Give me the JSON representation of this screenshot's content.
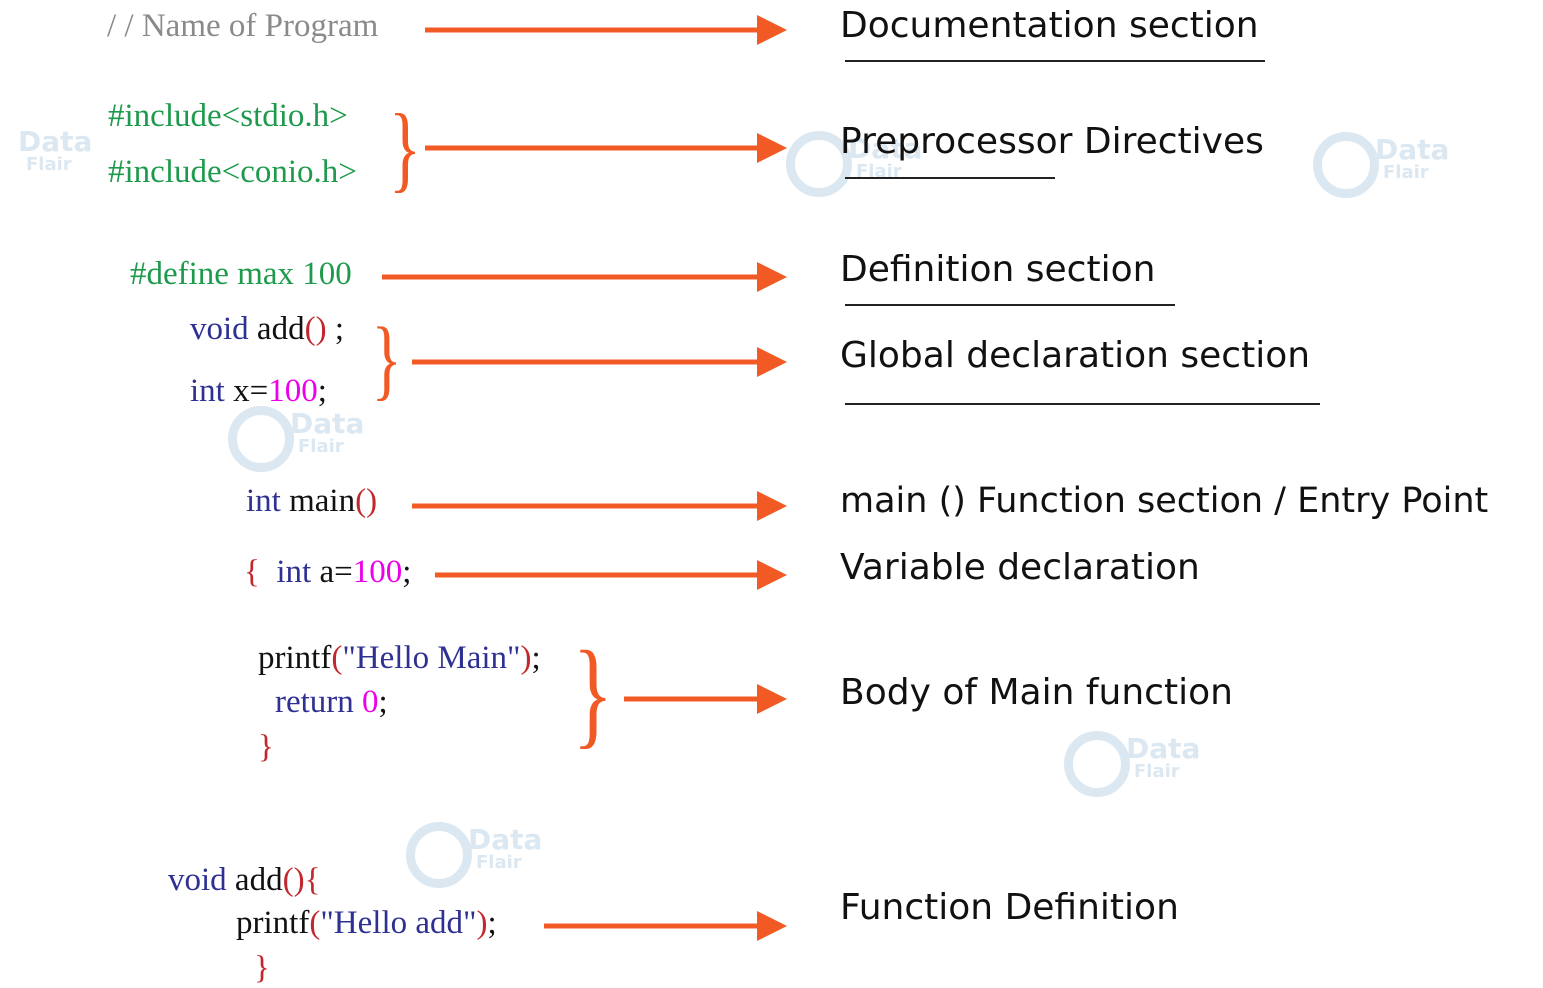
{
  "colors": {
    "arrow": "#f15a24",
    "comment": "#8a8a8a",
    "preprocessor": "#1e9a4c",
    "keyword": "#2e3192",
    "number": "#ec00ec",
    "punct": "#c1272d",
    "plain": "#111111",
    "label": "#111111"
  },
  "watermark": {
    "brand": "Data",
    "sub": "Flair"
  },
  "sections": [
    {
      "code_lines": [
        "/ / Name of Program"
      ],
      "label": "Documentation section"
    },
    {
      "code_lines": [
        "#include<stdio.h>",
        "#include<conio.h>"
      ],
      "label": "Preprocessor Directives"
    },
    {
      "code_lines": [
        "#define max 100"
      ],
      "label": "Definition section"
    },
    {
      "code_lines": [
        "void add() ;",
        "int x=100;"
      ],
      "label": "Global declaration section"
    },
    {
      "code_lines": [
        "int main()"
      ],
      "label": "main () Function section / Entry Point"
    },
    {
      "code_lines": [
        "{  int a=100;"
      ],
      "label": "Variable declaration"
    },
    {
      "code_lines": [
        "printf(\"Hello Main\");",
        "return 0;",
        "}"
      ],
      "label": "Body of Main function"
    },
    {
      "code_lines": [
        "void add(){",
        "printf(\"Hello add\");",
        "}"
      ],
      "label": "Function Definition"
    }
  ]
}
